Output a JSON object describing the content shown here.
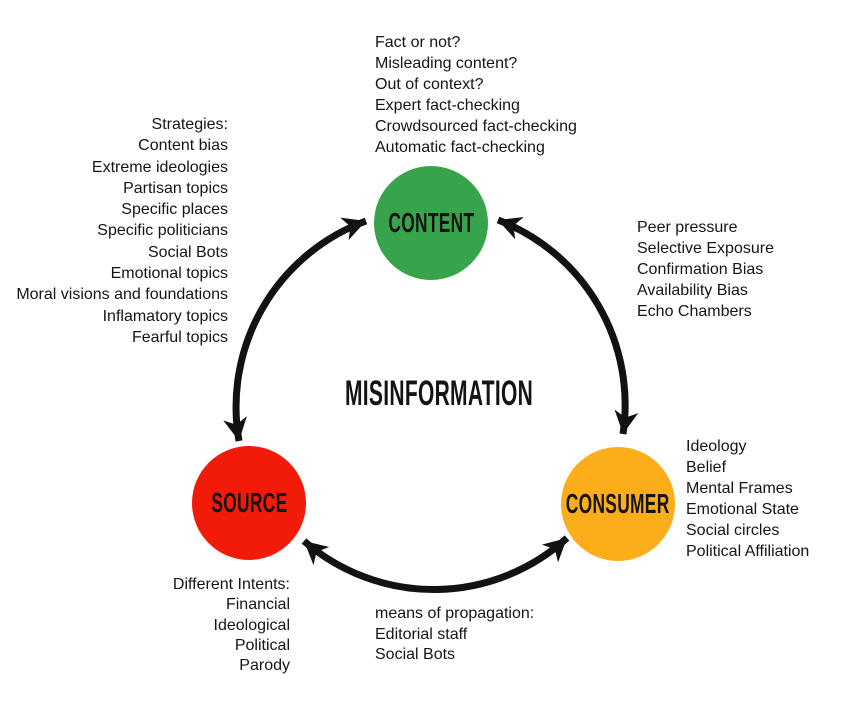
{
  "title": "MISINFORMATION",
  "colors": {
    "content": "#37a34b",
    "source": "#f21a08",
    "consumer": "#fbad1a",
    "ink": "#121212"
  },
  "nodes": {
    "content": {
      "label": "CONTENT"
    },
    "source": {
      "label": "SOURCE"
    },
    "consumer": {
      "label": "CONSUMER"
    }
  },
  "annotations": {
    "content_evaluation": {
      "lines": [
        "Fact or not?",
        "Misleading content?",
        "Out of context?",
        "Expert fact-checking",
        "Crowdsourced fact-checking",
        "Automatic fact-checking"
      ]
    },
    "source_strategies": {
      "lines": [
        "Strategies:",
        "Content bias",
        "Extreme ideologies",
        "Partisan topics",
        "Specific places",
        "Specific politicians",
        "Social Bots",
        "Emotional topics",
        "Moral visions and foundations",
        "Inflamatory topics",
        "Fearful topics"
      ]
    },
    "consumer_biases": {
      "lines": [
        "Peer pressure",
        "Selective Exposure",
        "Confirmation Bias",
        "Availability Bias",
        "Echo Chambers"
      ]
    },
    "consumer_attributes": {
      "lines": [
        "Ideology",
        "Belief",
        "Mental Frames",
        "Emotional State",
        "Social circles",
        "Political Affiliation"
      ]
    },
    "source_intents": {
      "lines": [
        "Different Intents:",
        "Financial",
        "Ideological",
        "Political",
        "Parody"
      ]
    },
    "propagation_means": {
      "lines": [
        "means of propagation:",
        "Editorial staff",
        "Social Bots"
      ]
    }
  }
}
